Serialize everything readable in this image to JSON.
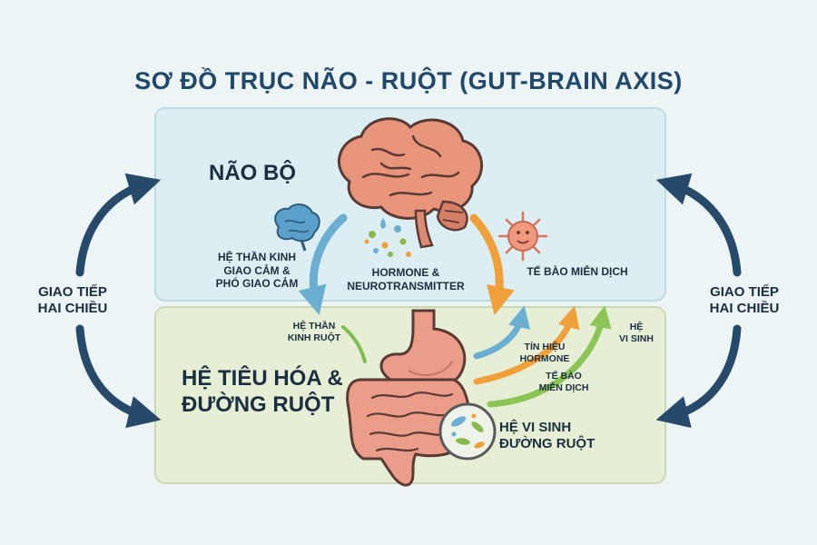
{
  "title": "SƠ ĐỒ TRỤC NÃO - RUỘT (GUT-BRAIN AXIS)",
  "brain_panel": {
    "heading": "NÃO BỘ"
  },
  "gut_panel": {
    "heading_line1": "HỆ TIÊU HÓA &",
    "heading_line2": "ĐƯỜNG RUỘT"
  },
  "labels": {
    "nervous_line1": "HỆ THẦN KINH",
    "nervous_line2": "GIAO CẢM &",
    "nervous_line3": "PHÓ GIAO CẢM",
    "hormone_line1": "HORMONE &",
    "hormone_line2": "NEUROTRANSMITTER",
    "immune_cells": "TẾ BÀO MIỄN DỊCH",
    "enteric_line1": "HỆ THẦN",
    "enteric_line2": "KINH RUỘT",
    "hormone_signal_line1": "TÍN HIỆU",
    "hormone_signal_line2": "HORMONE",
    "immune_small_line1": "TẾ BÀO",
    "immune_small_line2": "MIỄN DỊCH",
    "microbiota_line1": "HỆ",
    "microbiota_line2": "VI SINH",
    "gut_microbiota_line1": "HỆ VI SINH",
    "gut_microbiota_line2": "ĐƯỜNG RUỘT"
  },
  "side_labels": {
    "left_line1": "GIAO TIẾP",
    "left_line2": "HAI CHIỀU",
    "right_line1": "GIAO TIẾP",
    "right_line2": "HAI CHIỀU"
  },
  "colors": {
    "title": "#20486a",
    "brain": "#e8957c",
    "gut": "#eb9d8a",
    "nerve_arrow": "#6aaed2",
    "immune_arrow": "#f0a03a",
    "microbe_arrow": "#8cc456",
    "cycle_arrow": "#27496a"
  },
  "icons": [
    "brain-icon",
    "small-brain-icon",
    "virus-icon",
    "stomach-icon",
    "intestine-icon",
    "microbe-icon"
  ]
}
